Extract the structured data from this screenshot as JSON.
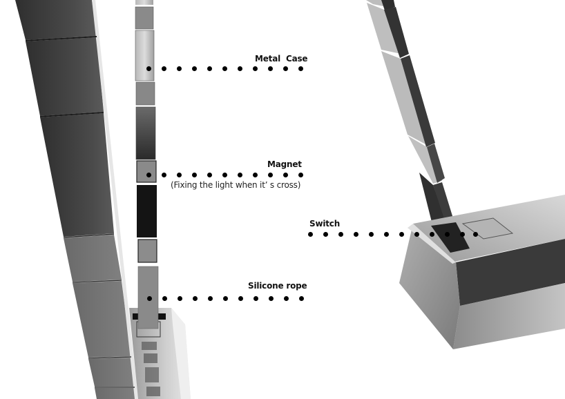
{
  "diagram": {
    "callouts": [
      {
        "id": "metal-case",
        "label": "Metal  Case",
        "sublabel": null
      },
      {
        "id": "magnet",
        "label": "Magnet",
        "sublabel": "(Fixing the light when it’ s cross)"
      },
      {
        "id": "silicone-rope",
        "label": "Silicone rope",
        "sublabel": null
      },
      {
        "id": "switch",
        "label": "Switch",
        "sublabel": null
      }
    ],
    "components": [
      "left-lamp-arm-closeup",
      "center-segmented-strip",
      "right-lamp-arm",
      "right-lamp-base"
    ],
    "colors": {
      "background": "#ffffff",
      "dot": "#000000",
      "label": "#111111",
      "metal_dark": "#3a3a3a",
      "metal_light": "#c8c8c8"
    }
  }
}
